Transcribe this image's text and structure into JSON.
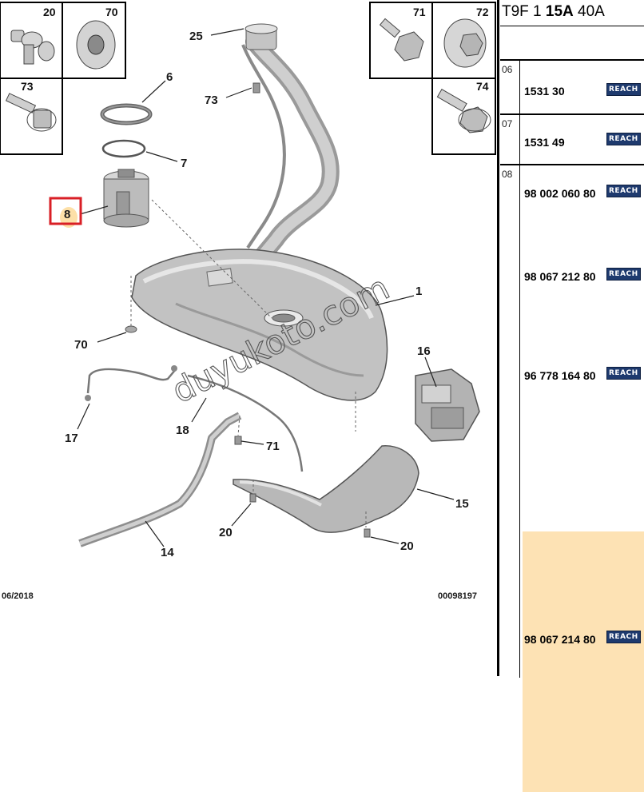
{
  "diagram": {
    "callouts": {
      "c20a": "20",
      "c70a": "70",
      "c71a": "71",
      "c72": "72",
      "c73a": "73",
      "c74": "74",
      "c6": "6",
      "c7": "7",
      "c8": "8",
      "c25": "25",
      "c73b": "73",
      "c1": "1",
      "c70b": "70",
      "c16": "16",
      "c17": "17",
      "c18": "18",
      "c71b": "71",
      "c15": "15",
      "c20b": "20",
      "c20c": "20",
      "c14": "14"
    },
    "date": "06/2018",
    "drawing_id": "00098197",
    "watermark": "duyukoto.com",
    "highlight_color": "#d91f26"
  },
  "side": {
    "header_a": "T9F 1 ",
    "header_b": "15A",
    "header_c": " 40A",
    "rows": [
      {
        "code": "06",
        "parts": [
          "1531 30"
        ]
      },
      {
        "code": "07",
        "parts": [
          "1531 49"
        ]
      },
      {
        "code": "08",
        "parts": [
          "98 002 060 80",
          "98 067 212 80",
          "96 778 164 80",
          "98 067 214 80"
        ]
      }
    ],
    "reach_label": "REACH",
    "highlight_color": "#fde2b4"
  }
}
